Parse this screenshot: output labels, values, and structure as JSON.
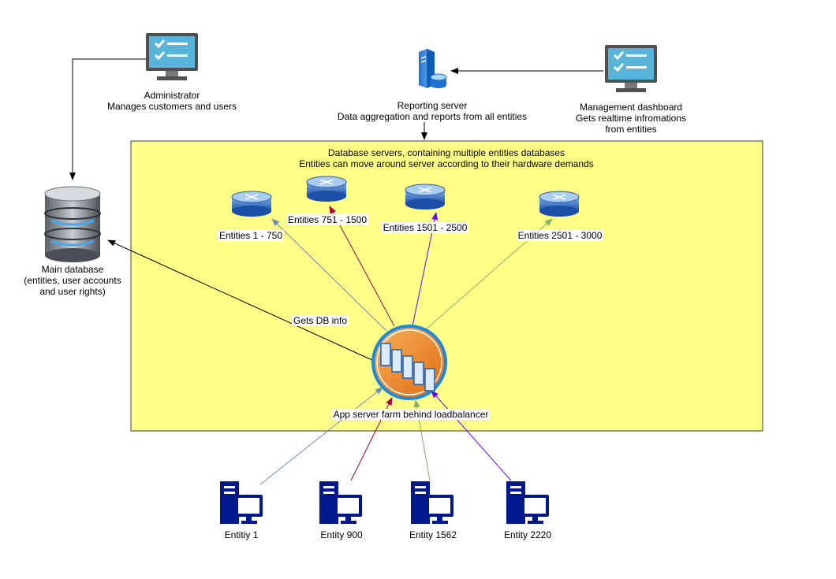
{
  "colors": {
    "zone_fill": "#FFFF88",
    "zone_border": "#36393D",
    "link_blue": "#6C8EBF",
    "link_red": "#A50040",
    "link_purple": "#6A00FF",
    "link_green": "#82B366",
    "link_black": "#000000",
    "client_icon": "#00188D",
    "monitor_frame": "#505050",
    "monitor_screen": "#59B4D9",
    "server_blue": "#0078D7"
  },
  "administrator": {
    "icon": "monitor-checklist-icon",
    "line1": "Administrator",
    "line2": "Manages customers and users"
  },
  "reporting_server": {
    "icon": "server-database-icon",
    "line1": "Reporting server",
    "line2": "Data aggregation and reports from all entities"
  },
  "management_dashboard": {
    "icon": "monitor-checklist-icon",
    "line1": "Management dashboard",
    "line2": "Gets realtime infromations",
    "line3": "from entities"
  },
  "main_database": {
    "icon": "database-stack-icon",
    "line1": "Main database",
    "line2": "(entities, user accounts",
    "line3": "and user rights)"
  },
  "db_zone": {
    "line1": "Database servers, containing multiple entities databases",
    "line2": "Entities can move around server according to their hardware demands"
  },
  "db_servers": [
    {
      "label": "Entities 1 - 750"
    },
    {
      "label": "Entities 751 - 1500"
    },
    {
      "label": "Entities 1501 - 2500"
    },
    {
      "label": "Entities 2501 - 3000"
    }
  ],
  "app_farm": {
    "icon": "server-farm-icon",
    "label": "App server farm behind loadbalancer"
  },
  "gets_db_info": "Gets DB info",
  "entities": [
    {
      "label": "Entitiy 1"
    },
    {
      "label": "Entity 900"
    },
    {
      "label": "Entity 1562"
    },
    {
      "label": "Entity 2220"
    }
  ]
}
